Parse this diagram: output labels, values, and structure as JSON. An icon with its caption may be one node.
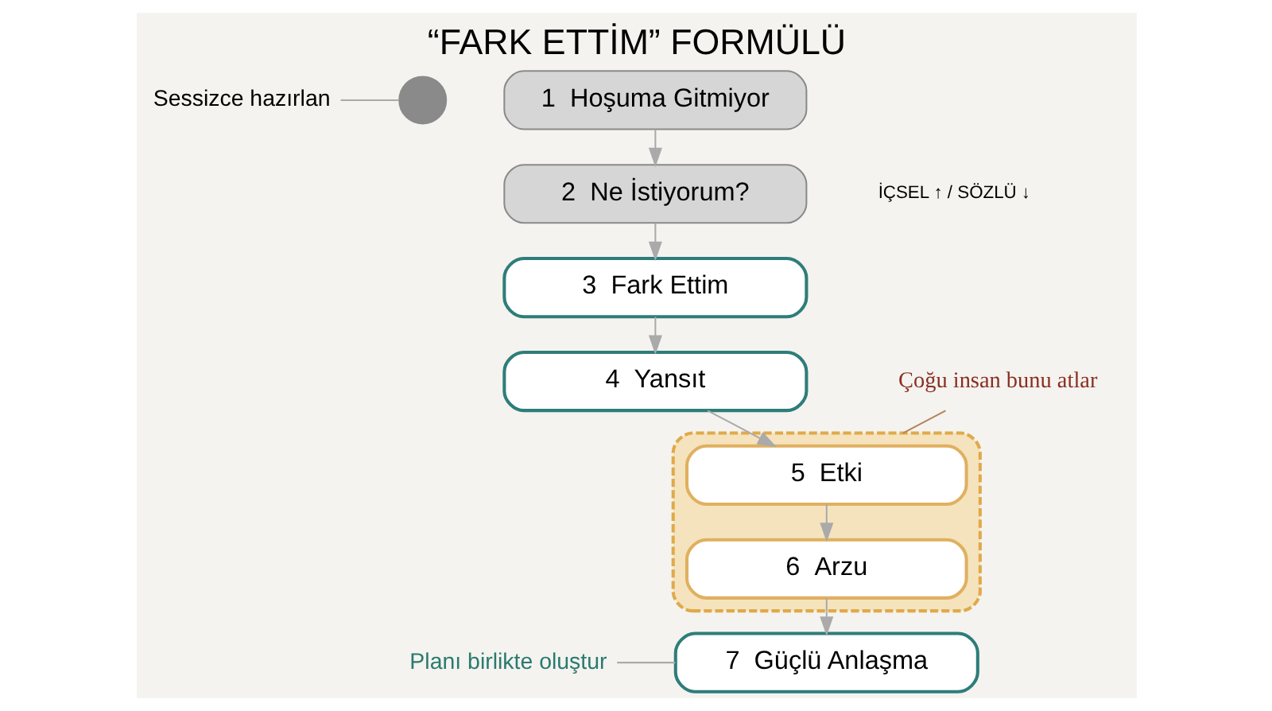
{
  "diagram": {
    "title": "“FARK ETTİM” FORMÜLÜ",
    "nodes": [
      {
        "text": [
          "1  Hoşuma Gitmiyor"
        ]
      },
      {
        "text": [
          "2  Ne İstiyorum?"
        ]
      },
      {
        "text": [
          "3  Fark Ettim"
        ]
      },
      {
        "text": [
          "4  Yansıt"
        ]
      },
      {
        "text": [],
        "shape": "box"
      },
      {
        "text": [
          "5  Etki"
        ],
        "in": 4
      },
      {
        "text": [
          "6  Arzu"
        ],
        "in": 4
      },
      {
        "text": [
          "7  Güçlü Anlaşma"
        ]
      },
      {
        "text": [
          "Sessizce hazırlan"
        ]
      },
      {
        "text": [],
        "shape": "person"
      },
      {
        "text": [
          "Çoğu insan bunu atlar"
        ]
      },
      {
        "text": [
          "Planı birlikte oluştur"
        ]
      }
    ],
    "edges": [
      {
        "from": 0,
        "to": 1,
        "arrow": "to"
      },
      {
        "from": 1,
        "to": 2,
        "arrow": "to"
      },
      {
        "from": 2,
        "to": 3,
        "arrow": "to"
      },
      {
        "from": 3,
        "to": 5,
        "arrow": "to"
      },
      {
        "from": 5,
        "to": 6,
        "arrow": "to"
      },
      {
        "from": 6,
        "to": 7,
        "arrow": "to"
      },
      {
        "from": 8,
        "to": 9,
        "arrow": "none"
      },
      {
        "from": 10,
        "to": 4,
        "arrow": "none",
        "color": "#b5835a"
      },
      {
        "from": 11,
        "to": 7,
        "arrow": "none"
      }
    ],
    "labels": [
      "İÇSEL ↑ / SÖZLÜ ↓"
    ]
  }
}
